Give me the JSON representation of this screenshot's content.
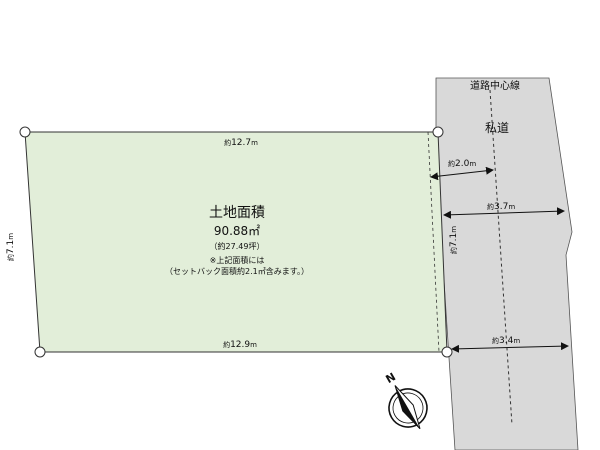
{
  "colors": {
    "lot_fill": "#e2eed9",
    "road_fill": "#d9d9d9",
    "outline": "#333333"
  },
  "lot": {
    "title": "土地面積",
    "area": "90.88㎡",
    "area_tsubo": "（約27.49坪）",
    "note_line1": "※上記面積には",
    "note_line2": "（セットバック面積約2.1㎡含みます。）"
  },
  "dimensions": {
    "top_edge": {
      "approx": "約",
      "value": "12.7",
      "unit": "m"
    },
    "bottom_edge": {
      "approx": "約",
      "value": "12.9",
      "unit": "m"
    },
    "left_edge": {
      "approx": "約",
      "value": "7.1",
      "unit": "m"
    },
    "right_edge": {
      "approx": "約",
      "value": "7.1",
      "unit": "m"
    },
    "setback": {
      "approx": "約",
      "value": "2.0",
      "unit": "m"
    },
    "road_width_top": {
      "approx": "約",
      "value": "3.7",
      "unit": "m"
    },
    "road_width_bottom": {
      "approx": "約",
      "value": "3.4",
      "unit": "m"
    }
  },
  "road": {
    "label": "私道",
    "centerline_label": "道路中心線"
  },
  "compass": {
    "label": "N",
    "icon": "north-arrow-icon"
  }
}
